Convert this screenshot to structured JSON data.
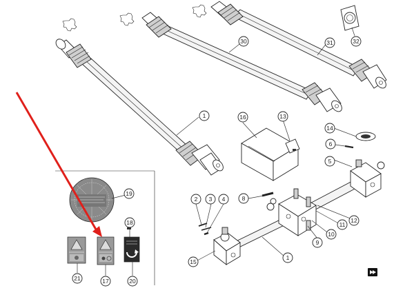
{
  "diagram": {
    "callouts": [
      {
        "id": "c1a",
        "label": "1"
      },
      {
        "id": "c1b",
        "label": "1"
      },
      {
        "id": "c2",
        "label": "2"
      },
      {
        "id": "c3",
        "label": "3"
      },
      {
        "id": "c4",
        "label": "4"
      },
      {
        "id": "c5",
        "label": "5"
      },
      {
        "id": "c6",
        "label": "6"
      },
      {
        "id": "c8",
        "label": "8"
      },
      {
        "id": "c9",
        "label": "9"
      },
      {
        "id": "c10",
        "label": "10"
      },
      {
        "id": "c11",
        "label": "11"
      },
      {
        "id": "c12",
        "label": "12"
      },
      {
        "id": "c13",
        "label": "13"
      },
      {
        "id": "c14",
        "label": "14"
      },
      {
        "id": "c15",
        "label": "15"
      },
      {
        "id": "c16",
        "label": "16"
      },
      {
        "id": "c17",
        "label": "17"
      },
      {
        "id": "c18",
        "label": "18"
      },
      {
        "id": "c19",
        "label": "19"
      },
      {
        "id": "c20",
        "label": "20"
      },
      {
        "id": "c21",
        "label": "21"
      },
      {
        "id": "c30",
        "label": "30"
      },
      {
        "id": "c31",
        "label": "31"
      },
      {
        "id": "c32",
        "label": "32"
      }
    ],
    "arrow_color": "#e0201b",
    "nav_icon": "fast-forward-icon"
  }
}
